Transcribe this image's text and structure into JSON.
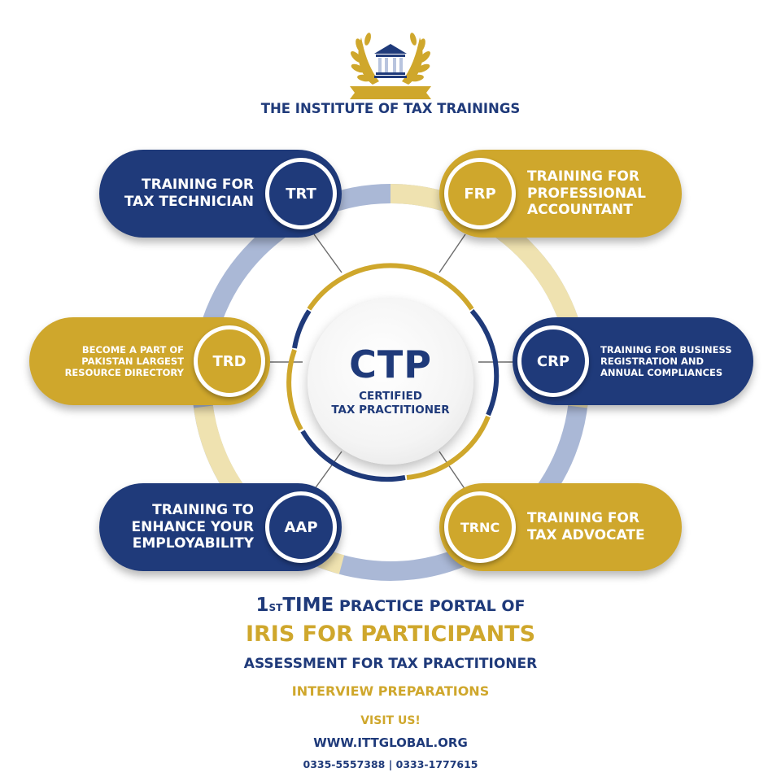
{
  "header": {
    "logo_text": "THE INSTITUTE OF TAX TRAININGS",
    "title": "THE INSTITUTE OF TAX TRAININGS"
  },
  "center": {
    "abbr": "CTP",
    "line1": "CERTIFIED",
    "line2": "TAX PRACTITIONER"
  },
  "programs": {
    "trt": {
      "abbr": "TRT",
      "lines": [
        "TRAINING FOR",
        "TAX TECHNICIAN"
      ]
    },
    "frp": {
      "abbr": "FRP",
      "lines": [
        "TRAINING FOR",
        "PROFESSIONAL",
        "ACCOUNTANT"
      ]
    },
    "trd": {
      "abbr": "TRD",
      "lines": [
        "BECOME A PART OF",
        "PAKISTAN LARGEST",
        "RESOURCE DIRECTORY"
      ]
    },
    "crp": {
      "abbr": "CRP",
      "lines": [
        "TRAINING FOR BUSINESS",
        "REGISTRATION AND",
        "ANNUAL COMPLIANCES"
      ]
    },
    "aap": {
      "abbr": "AAP",
      "lines": [
        "TRAINING TO",
        "ENHANCE YOUR",
        "EMPLOYABILITY"
      ]
    },
    "trnc": {
      "abbr": "TRNC",
      "lines": [
        "TRAINING FOR",
        "TAX ADVOCATE"
      ]
    }
  },
  "footer": {
    "num": "1",
    "sup": "ST",
    "time": "TIME",
    "portal": "PRACTICE PORTAL OF",
    "iris": "IRIS FOR PARTICIPANTS",
    "assessment": "ASSESSMENT FOR TAX PRACTITIONER",
    "interview": "INTERVIEW PREPARATIONS",
    "visit": "VISIT US!",
    "website": "WWW.ITTGLOBAL.ORG",
    "phones": "0335-5557388 | 0333-1777615"
  },
  "colors": {
    "navy": "#1f3a7a",
    "gold": "#cfa72c",
    "light_blue_ring": "#aab8d6",
    "light_gold_ring": "#efe2b0"
  },
  "icons": {
    "logo": "laurel-wreath-pillar-emblem"
  }
}
